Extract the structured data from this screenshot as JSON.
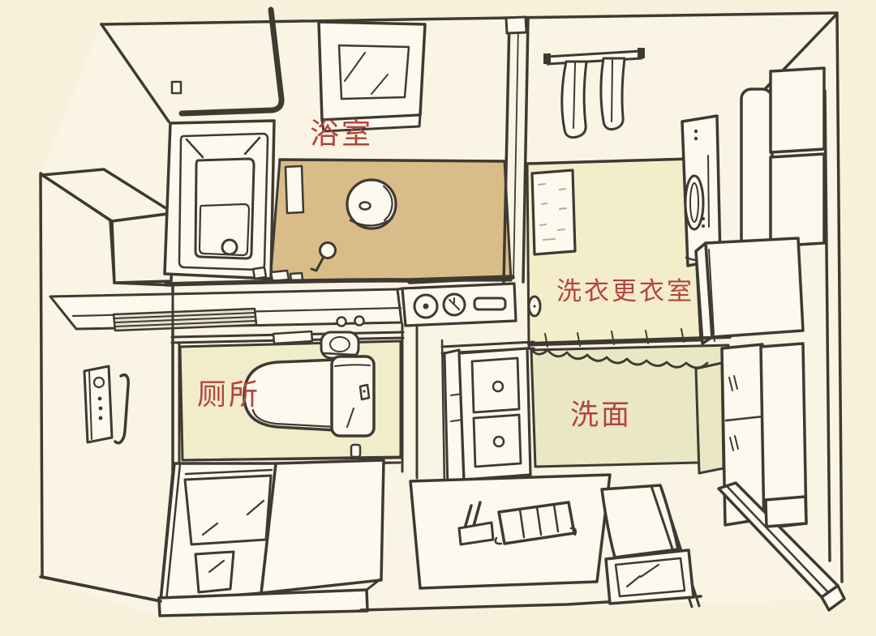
{
  "labels": {
    "bathroom": "浴室",
    "laundry_dressing_room": "洗衣更衣室",
    "toilet": "厕所",
    "washroom": "洗面"
  },
  "colors": {
    "paper": "#f7f0db",
    "wall": "#f9f4e4",
    "ink": "#3e3a32",
    "label_red": "#b2453e",
    "bathroom_floor_tan": "#d9bc87",
    "laundry_floor": "#f3edca",
    "toilet_floor": "#f1ecc9",
    "washroom_floor": "#eae7c4",
    "fixture_white": "#fcf9ee",
    "poster_marks": "#b5ae97"
  }
}
